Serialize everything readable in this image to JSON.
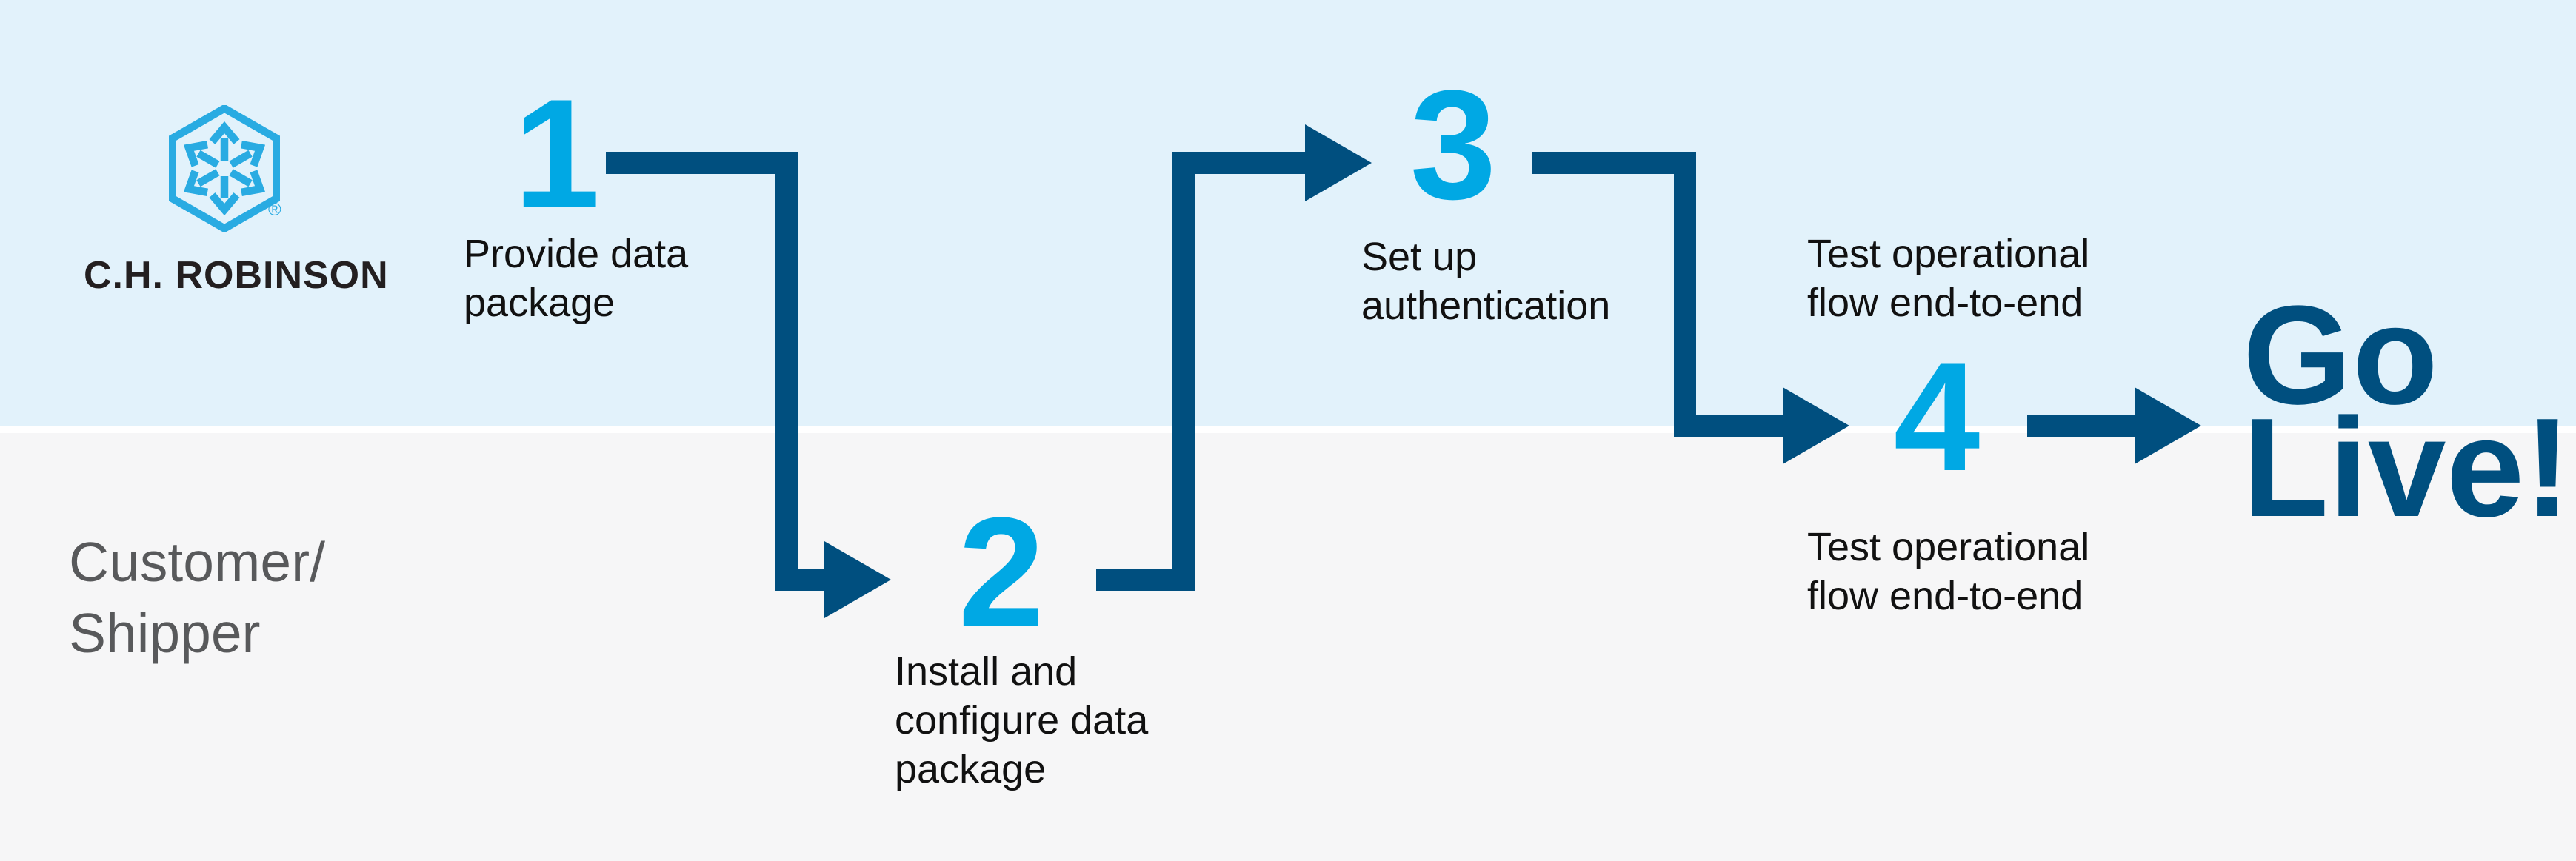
{
  "brand": {
    "wordmark": "C.H. ROBINSON",
    "registered_mark": "®",
    "logo_icon": "hexagon-outward-arrows-logo"
  },
  "lanes": {
    "bottom_label": "Customer/\nShipper"
  },
  "steps": [
    {
      "number": "1",
      "label": "Provide data\npackage"
    },
    {
      "number": "2",
      "label": "Install and\nconfigure data\npackage"
    },
    {
      "number": "3",
      "label": "Set up\nauthentication"
    },
    {
      "number": "4",
      "label_top": "Test operational\nflow end-to-end",
      "label_bottom": "Test operational\nflow end-to-end"
    }
  ],
  "goal": {
    "label": "Go\nLive!"
  },
  "colors": {
    "navy_arrow": "#004F7F",
    "cyan_number": "#00A8E4",
    "logo_cyan": "#29ABE2",
    "band_blue": "#E2F2FB",
    "band_gray": "#F6F6F7",
    "divider_white": "#FFFFFF",
    "label_black": "#111111",
    "lane_text_gray": "#58595B",
    "wordmark_black": "#231F20"
  }
}
